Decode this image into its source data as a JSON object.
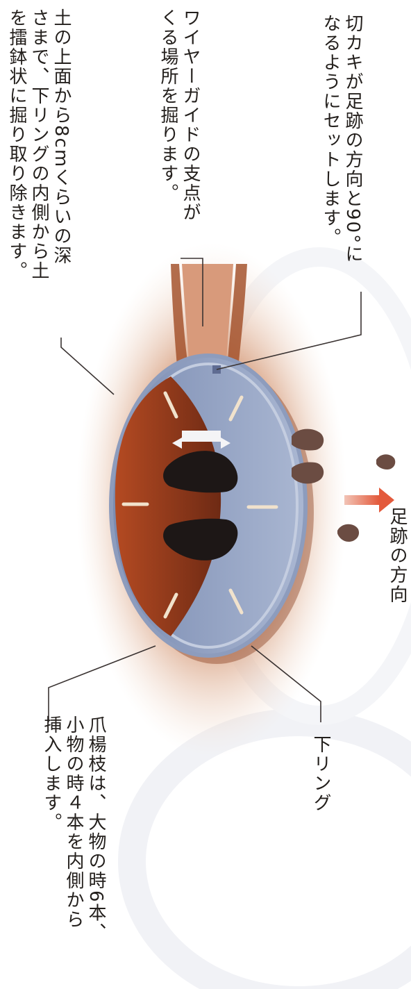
{
  "diagram": {
    "annotations": {
      "cut_notch": [
        "切カキが足跡の方向と90°に",
        "なるようにセットします。"
      ],
      "wire_guide": [
        "ワイヤーガイドの支点が",
        "くる場所を掘ります。"
      ],
      "dig_soil": [
        "土の上面から8cmくらいの深",
        "さまで、下リングの内側から土",
        "を擂鉢状に掘り取り除きます。"
      ],
      "direction": "足跡の方向",
      "lower_ring": "下リング",
      "claw_stick": [
        "爪楊枝は、大物の時6本、",
        "小物の時４本を内側から",
        "挿入します。"
      ]
    },
    "colors": {
      "soil": "#d9a486",
      "soil_dark": "#a2542e",
      "ring": "#96a5c4",
      "arrow": "#e35a3c",
      "footprint": "#5c4038"
    }
  }
}
